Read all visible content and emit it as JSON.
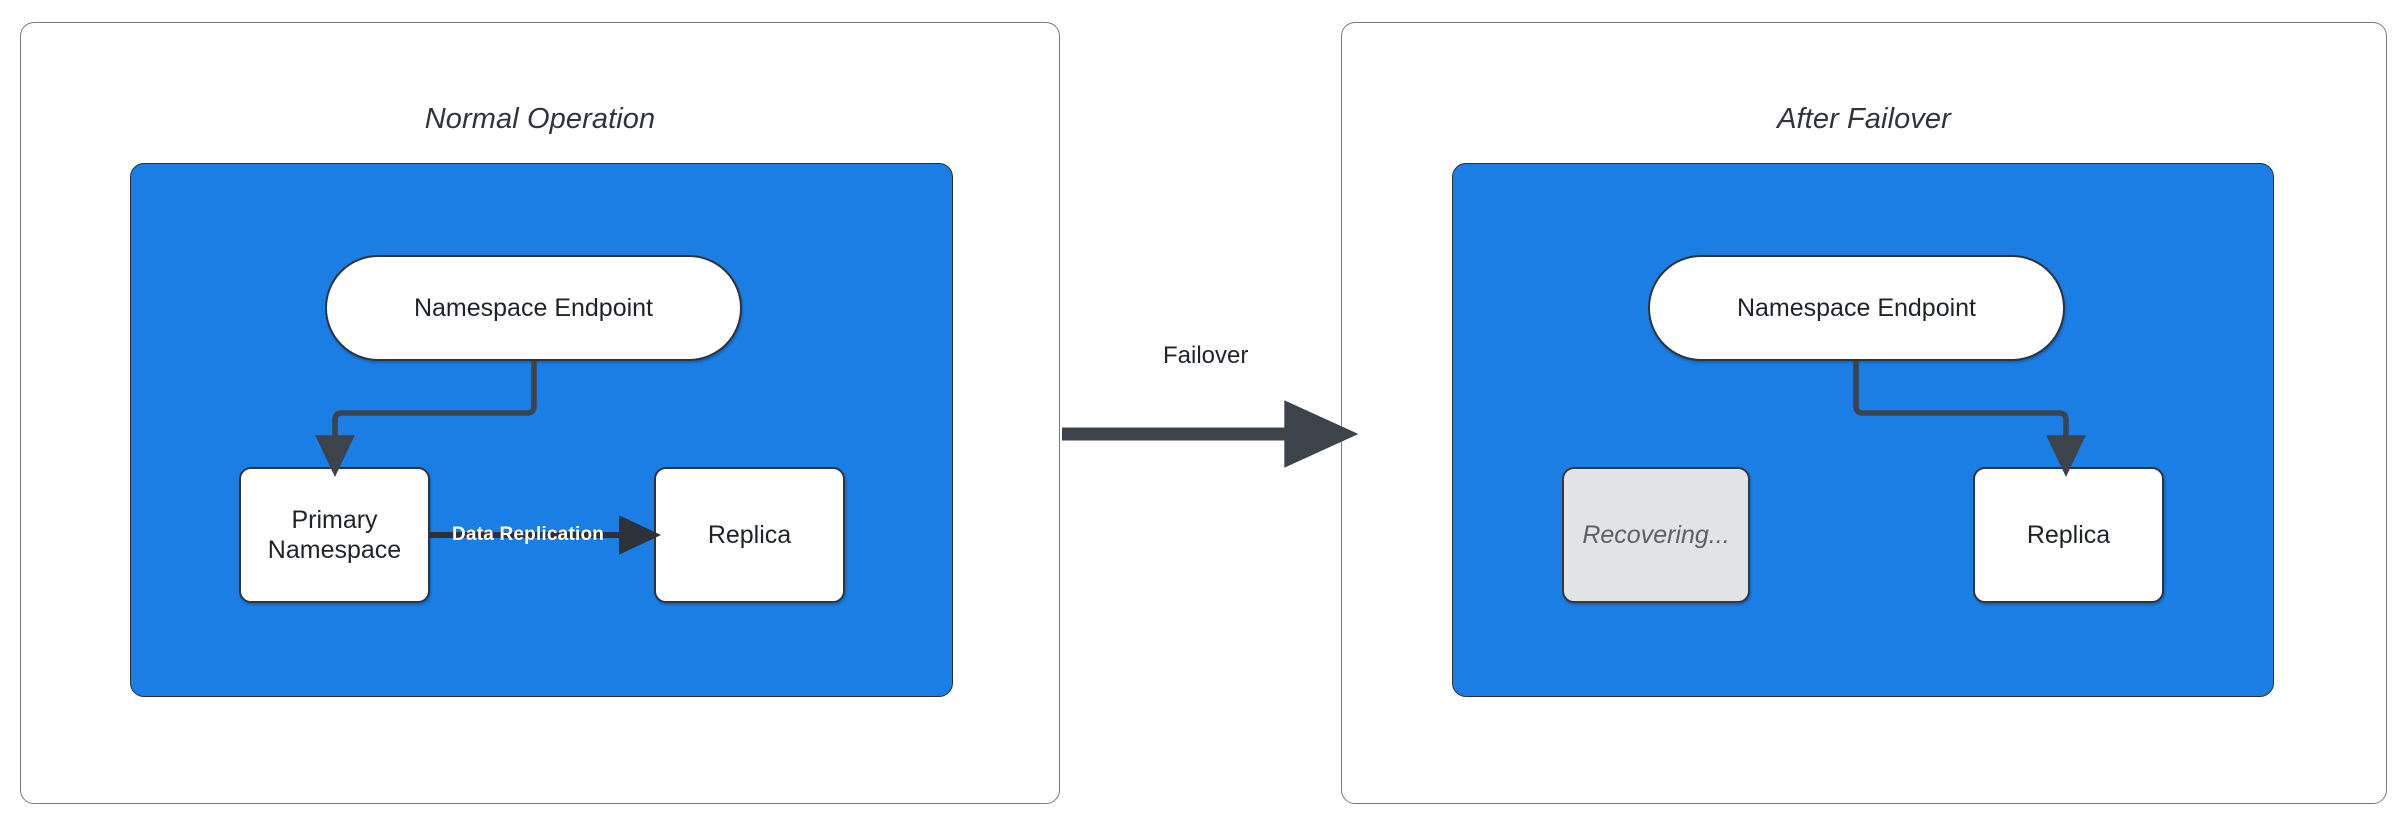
{
  "diagram": {
    "title_left": "Normal Operation",
    "title_right": "After Failover",
    "accent_blue": "#1a7ee5",
    "node_stroke": "#2f343b",
    "ghost_fill": "#e1e3e5",
    "arrow_color": "#3d434b"
  },
  "panels": [
    {
      "id": "normal-operation",
      "title": "Normal Operation",
      "nodes": [
        {
          "id": "namespace-endpoint-left",
          "label": "Namespace Endpoint",
          "shape": "pill",
          "state": "active"
        },
        {
          "id": "primary-namespace",
          "label": "Primary\nNamespace",
          "line1": "Primary",
          "line2": "Namespace",
          "shape": "rect",
          "state": "active"
        },
        {
          "id": "replica-left",
          "label": "Replica",
          "shape": "rect",
          "state": "active"
        }
      ],
      "edges": [
        {
          "id": "endpoint-to-primary",
          "from": "namespace-endpoint-left",
          "to": "primary-namespace",
          "label": ""
        },
        {
          "id": "primary-to-replica",
          "from": "primary-namespace",
          "to": "replica-left",
          "label": "Data Replication"
        }
      ]
    },
    {
      "id": "after-failover",
      "title": "After Failover",
      "nodes": [
        {
          "id": "namespace-endpoint-right",
          "label": "Namespace Endpoint",
          "shape": "pill",
          "state": "active"
        },
        {
          "id": "recovering",
          "label": "Recovering...",
          "shape": "rect",
          "state": "recovering"
        },
        {
          "id": "replica-right",
          "label": "Replica",
          "shape": "rect",
          "state": "active"
        }
      ],
      "edges": [
        {
          "id": "endpoint-to-replica",
          "from": "namespace-endpoint-right",
          "to": "replica-right",
          "label": ""
        }
      ]
    }
  ],
  "transition": {
    "id": "failover-transition",
    "label": "Failover",
    "from_panel": "normal-operation",
    "to_panel": "after-failover"
  }
}
